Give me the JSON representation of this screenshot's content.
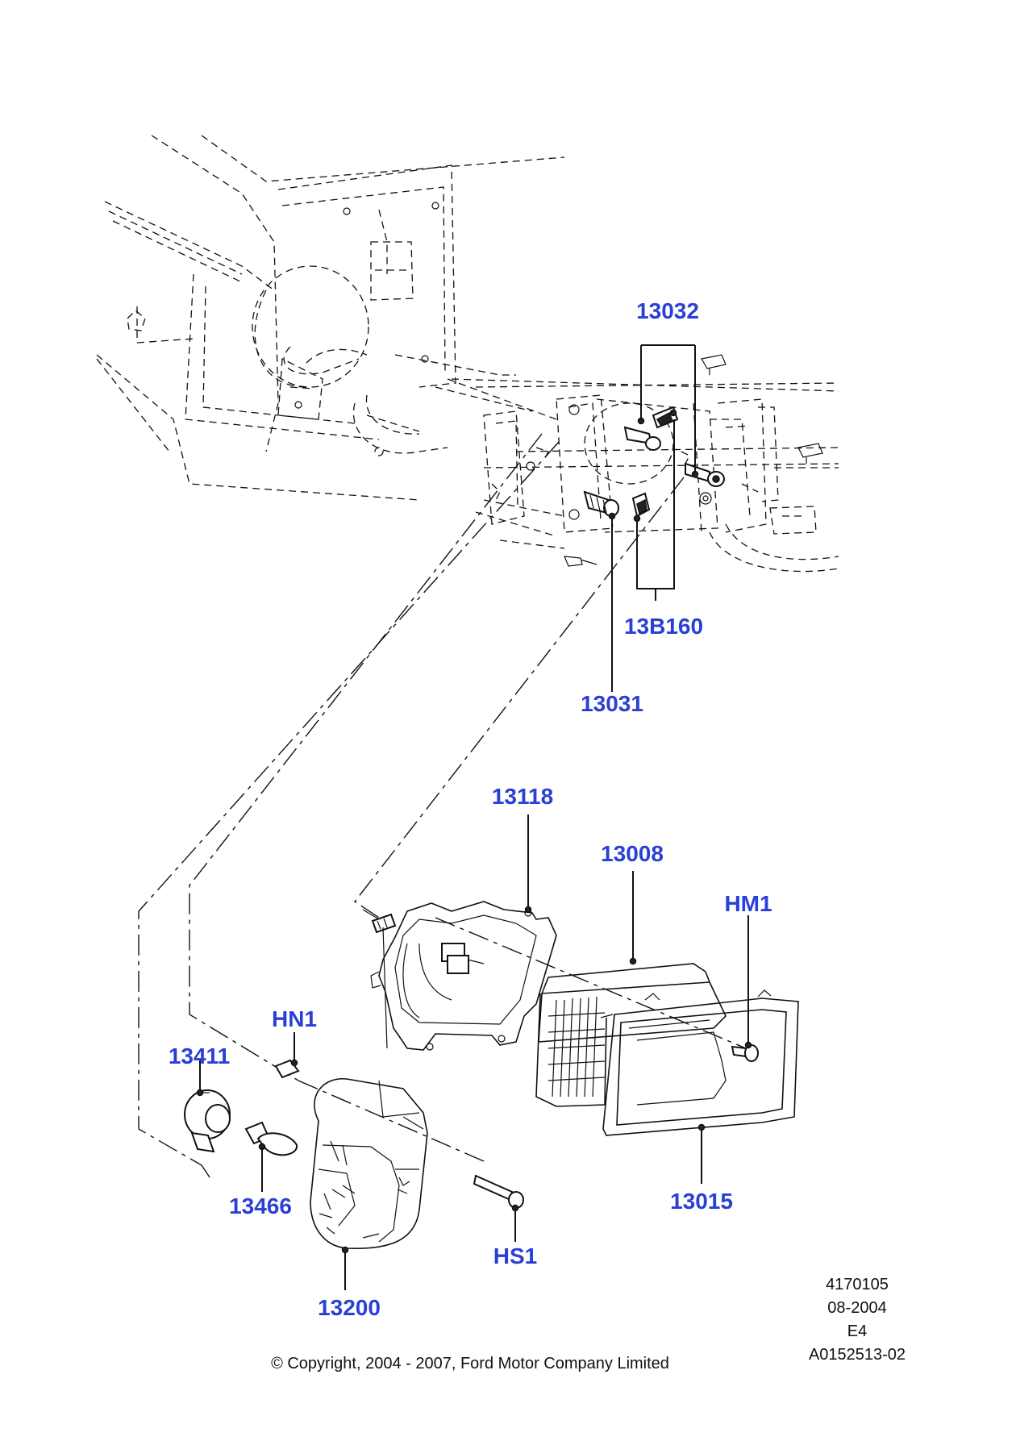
{
  "callouts": {
    "c13032": "13032",
    "c13b160": "13B160",
    "c13031": "13031",
    "c13118": "13118",
    "c13008": "13008",
    "hm1": "HM1",
    "hn1": "HN1",
    "c13411": "13411",
    "c13466": "13466",
    "c13015": "13015",
    "hs1": "HS1",
    "c13200": "13200"
  },
  "meta": {
    "line1": "4170105",
    "line2": "08-2004",
    "line3": "E4",
    "line4": "A0152513-02"
  },
  "copyright": "© Copyright, 2004 - 2007, Ford Motor Company Limited",
  "colors": {
    "callout": "#2a3fd6",
    "line": "#111111"
  }
}
